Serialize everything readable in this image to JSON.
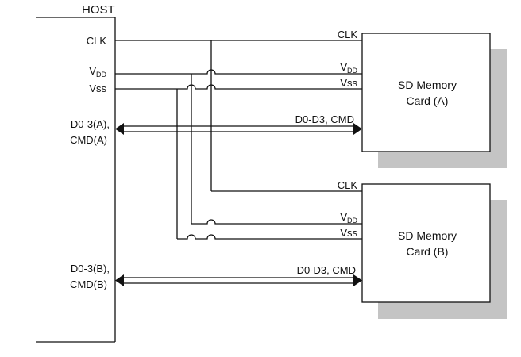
{
  "host": {
    "title": "HOST",
    "pins": {
      "clk": "CLK",
      "vdd_main": "V",
      "vdd_sub": "DD",
      "vss": "Vss",
      "data_a_line1": "D0-3(A),",
      "data_a_line2": "CMD(A)",
      "data_b_line1": "D0-3(B),",
      "data_b_line2": "CMD(B)"
    }
  },
  "card_a": {
    "title_line1": "SD Memory",
    "title_line2": "Card (A)",
    "pins": {
      "clk": "CLK",
      "vdd_main": "V",
      "vdd_sub": "DD",
      "vss": "Vss"
    },
    "bus_label": "D0-D3, CMD"
  },
  "card_b": {
    "title_line1": "SD Memory",
    "title_line2": "Card (B)",
    "pins": {
      "clk": "CLK",
      "vdd_main": "V",
      "vdd_sub": "DD",
      "vss": "Vss"
    },
    "bus_label": "D0-D3, CMD"
  },
  "colors": {
    "line": "#111111",
    "shadow": "#c4c4c4",
    "background": "#ffffff"
  }
}
